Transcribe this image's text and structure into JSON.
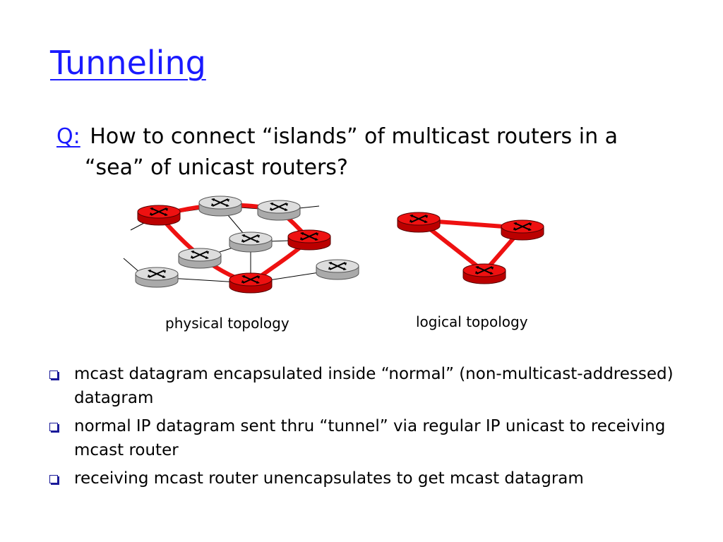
{
  "slide": {
    "title": "Tunneling",
    "question": {
      "prefix": "Q:",
      "text": "How to connect “islands” of multicast routers in a “sea” of unicast routers?"
    },
    "physical_label": "physical topology",
    "logical_label": "logical topology",
    "bullets": [
      "mcast datagram encapsulated inside “normal” (non-multicast-addressed) datagram",
      "normal IP datagram sent thru “tunnel” via regular IP unicast to receiving mcast router",
      "receiving mcast router unencapsulates to get mcast datagram"
    ]
  },
  "colors": {
    "title_blue": "#1a1aff",
    "multicast_router_red": "#ee1111",
    "tunnel_red": "#ee1111",
    "unicast_router_gray": "#cccccc"
  },
  "icons": {
    "router": "router-icon",
    "bullet": "hollow-square-bullet-icon"
  }
}
